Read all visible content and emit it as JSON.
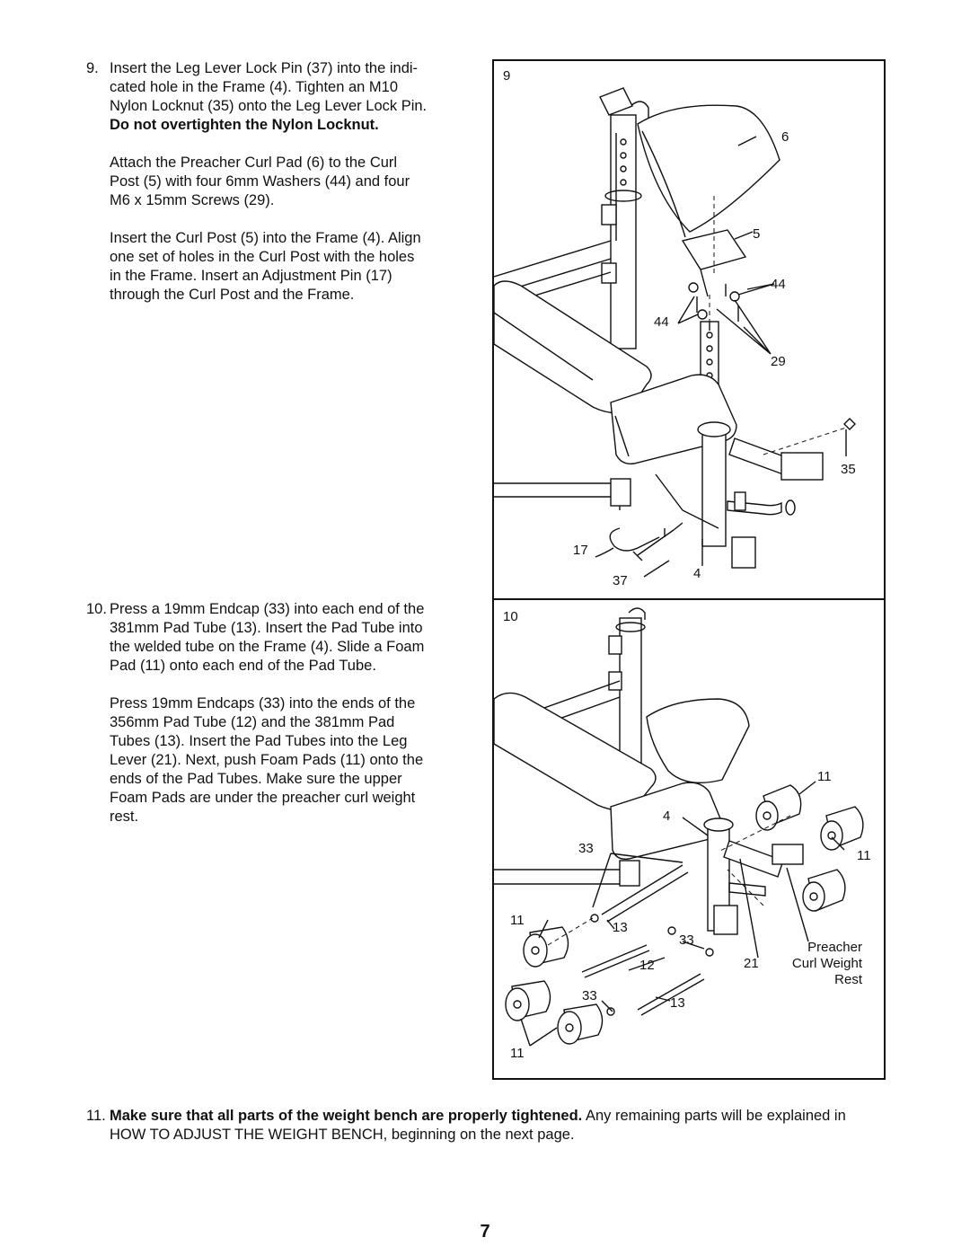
{
  "step9": {
    "number": "9.",
    "lines_p1": [
      "Insert the Leg Lever Lock Pin (37) into the indi-",
      "cated hole in the Frame (4). Tighten an M10",
      "Nylon Locknut (35) onto the Leg Lever Lock Pin."
    ],
    "bold_line": "Do not overtighten the Nylon Locknut.",
    "lines_p2": [
      "Attach the Preacher Curl Pad (6) to the Curl",
      "Post (5) with four 6mm Washers (44) and four",
      "M6 x 15mm Screws (29)."
    ],
    "lines_p3": [
      "Insert the Curl Post (5) into the Frame (4). Align",
      "one set of holes in the Curl Post with the holes",
      "in the Frame. Insert an Adjustment Pin (17)",
      "through the Curl Post and the Frame."
    ]
  },
  "step10": {
    "number": "10.",
    "lines_p1": [
      "Press a 19mm Endcap (33) into each end of the",
      "381mm Pad Tube (13). Insert the Pad Tube into",
      "the welded tube on the Frame (4). Slide a Foam",
      "Pad (11) onto each end of the Pad Tube."
    ],
    "lines_p2": [
      "Press 19mm Endcaps (33) into the ends of the",
      "356mm Pad Tube (12) and the 381mm Pad",
      "Tubes (13). Insert the Pad Tubes into the Leg",
      "Lever (21). Next, push Foam Pads (11) onto the",
      "ends of the Pad Tubes. Make sure the upper",
      "Foam Pads are under the preacher curl weight",
      "rest."
    ]
  },
  "step11": {
    "number": "11.",
    "bold": "Make sure that all parts of the weight bench are properly tightened.",
    "normal": " Any remaining parts will be explained in HOW TO ADJUST THE WEIGHT BENCH, beginning on the next page."
  },
  "figure9": {
    "label": "9",
    "callouts": {
      "c6": "6",
      "c5": "5",
      "c44a": "44",
      "c44b": "44",
      "c29": "29",
      "c35": "35",
      "c17": "17",
      "c37": "37",
      "c4": "4"
    }
  },
  "figure10": {
    "label": "10",
    "callouts": {
      "c11a": "11",
      "c4": "4",
      "c33a": "33",
      "c11b": "11",
      "c11c": "11",
      "c13a": "13",
      "c33b": "33",
      "c21": "21",
      "c12": "12",
      "c33c": "33",
      "c13b": "13",
      "c11d": "11"
    },
    "preacher_label": [
      "Preacher",
      "Curl Weight",
      "Rest"
    ]
  },
  "page_number": "7"
}
